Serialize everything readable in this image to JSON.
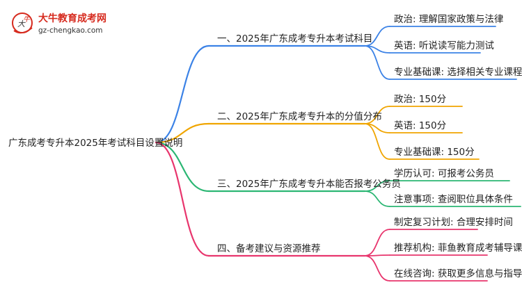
{
  "logo": {
    "name": "大牛教育成考网",
    "url": "gz-chengkao.com",
    "emblem_text": "大牛"
  },
  "mindmap": {
    "root": "广东成考专升本2025年考试科目设置说明",
    "branches": [
      {
        "label": "一、2025年广东成考专升本考试科目",
        "color": "#3b82e6",
        "children": [
          "政治: 理解国家政策与法律",
          "英语: 听说读写能力测试",
          "专业基础课: 选择相关专业课程"
        ]
      },
      {
        "label": "二、2025年广东成考专升本的分值分布",
        "color": "#f0a500",
        "children": [
          "政治: 150分",
          "英语: 150分",
          "专业基础课: 150分"
        ]
      },
      {
        "label": "三、2025年广东成考专升本能否报考公务员",
        "color": "#2bb673",
        "children": [
          "学历认可: 可报考公务员",
          "注意事项: 查阅职位具体条件"
        ]
      },
      {
        "label": "四、备考建议与资源推荐",
        "color": "#e8356d",
        "children": [
          "制定复习计划: 合理安排时间",
          "推荐机构: 菲鱼教育成考辅导课程",
          "在线咨询: 获取更多信息与指导"
        ]
      }
    ]
  }
}
